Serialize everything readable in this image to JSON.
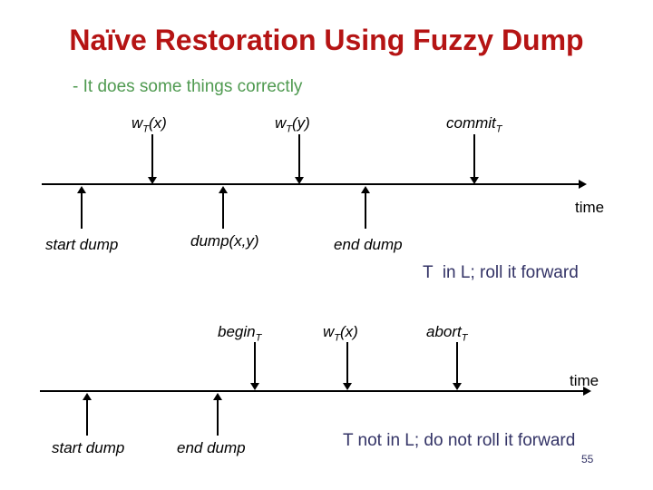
{
  "slide": {
    "title": "Naïve Restoration Using Fuzzy Dump",
    "bullet": "- It does some things correctly",
    "page_number": "55",
    "colors": {
      "title_red": "#b51414",
      "bullet_green": "#4f9a50",
      "note_navy": "#333366",
      "ink": "#000000",
      "background": "#ffffff"
    }
  },
  "timeline1": {
    "events_above": [
      {
        "main": "w",
        "sub": "T",
        "suffix": "(x)"
      },
      {
        "main": "w",
        "sub": "T",
        "suffix": "(y)"
      },
      {
        "main": "commit",
        "sub": "T",
        "suffix": ""
      }
    ],
    "events_below": [
      "start dump",
      "dump(x,y)",
      "end dump"
    ],
    "axis_label": "time",
    "note": "T  in L; roll it forward"
  },
  "timeline2": {
    "events_above": [
      {
        "main": "begin",
        "sub": "T",
        "suffix": ""
      },
      {
        "main": "w",
        "sub": "T",
        "suffix": "(x)"
      },
      {
        "main": "abort",
        "sub": "T",
        "suffix": ""
      }
    ],
    "events_below": [
      "start dump",
      "end dump"
    ],
    "axis_label": "time",
    "note": "T not in L; do not roll it forward"
  }
}
